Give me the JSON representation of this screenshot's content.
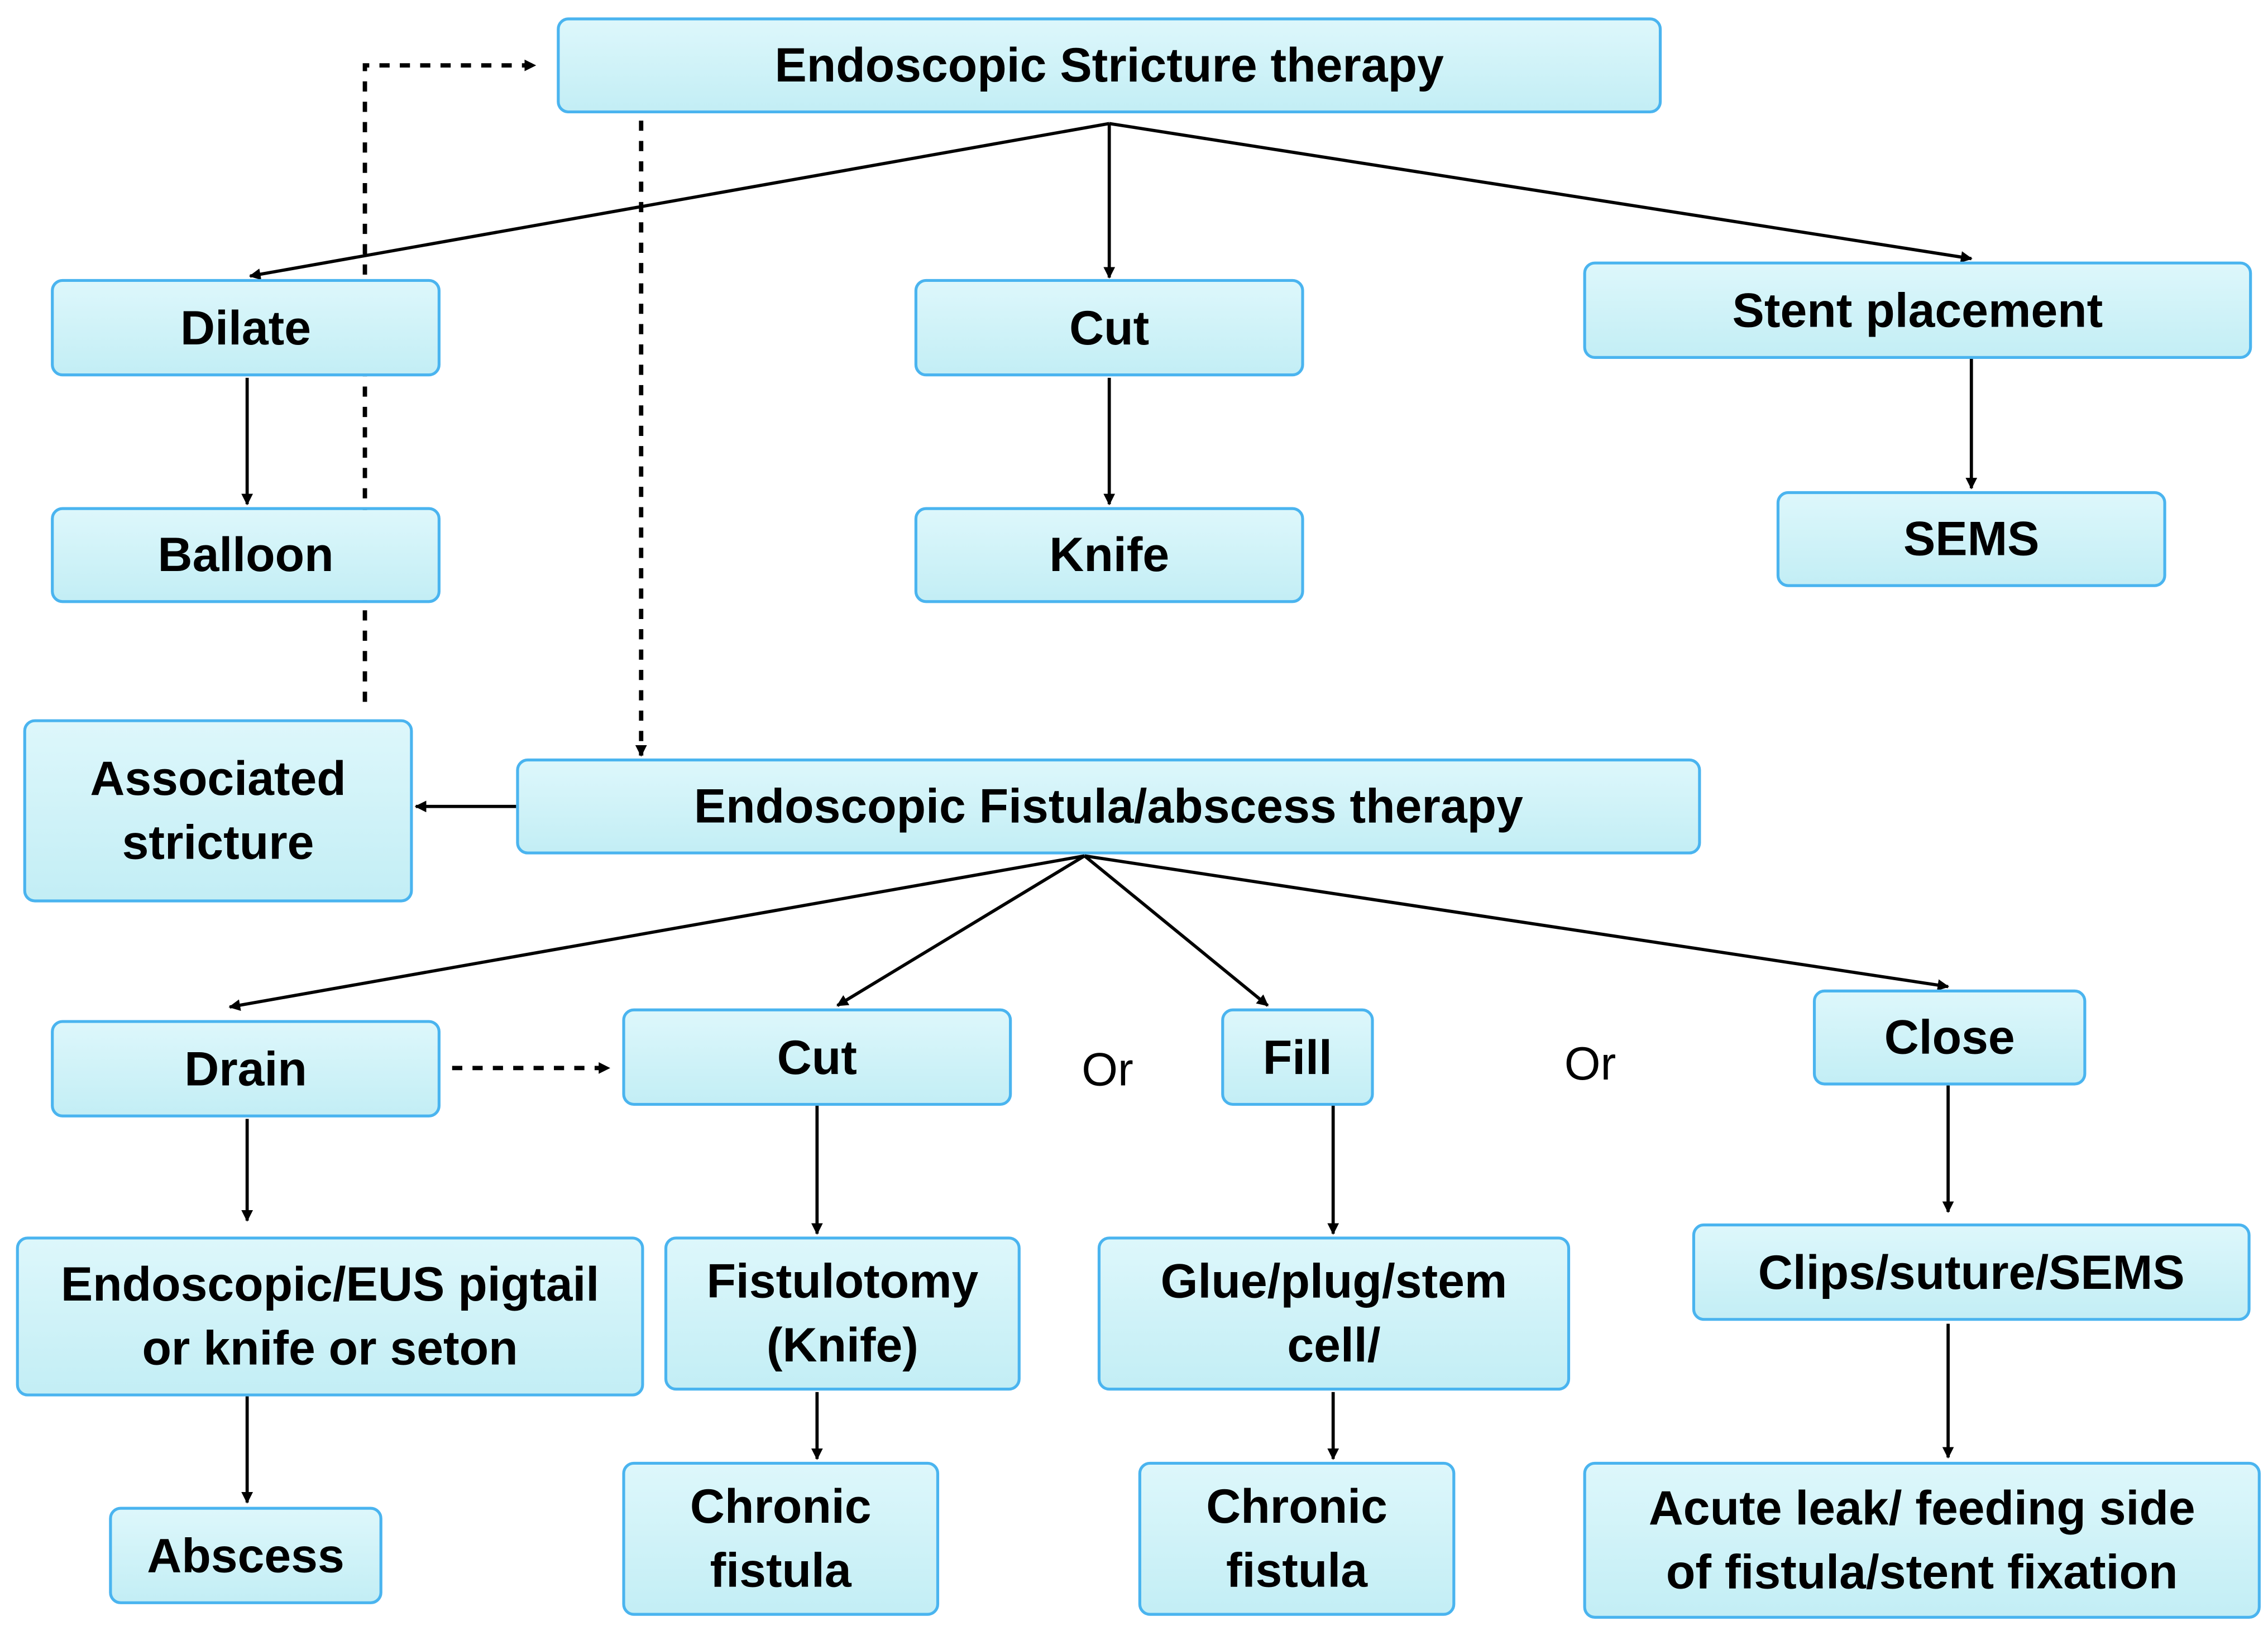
{
  "nodes": {
    "stricture_therapy": "Endoscopic Stricture therapy",
    "dilate": "Dilate",
    "cut_stricture": "Cut",
    "stent_placement": "Stent placement",
    "balloon": "Balloon",
    "knife": "Knife",
    "sems": "SEMS",
    "associated_stricture": "Associated\nstricture",
    "fistula_therapy": "Endoscopic Fistula/abscess therapy",
    "drain": "Drain",
    "cut_fistula": "Cut",
    "fill": "Fill",
    "close": "Close",
    "drain_methods": "Endoscopic/EUS pigtail\nor knife or seton",
    "fistulotomy": "Fistulotomy\n(Knife)",
    "glue": "Glue/plug/stem\ncell/",
    "clips": "Clips/suture/SEMS",
    "abscess": "Abscess",
    "chronic_fistula_cut": "Chronic\nfistula",
    "chronic_fistula_fill": "Chronic\nfistula",
    "acute_leak": "Acute leak/ feeding side\nof fistula/stent fixation"
  },
  "connector_labels": {
    "or_1": "Or",
    "or_2": "Or"
  }
}
